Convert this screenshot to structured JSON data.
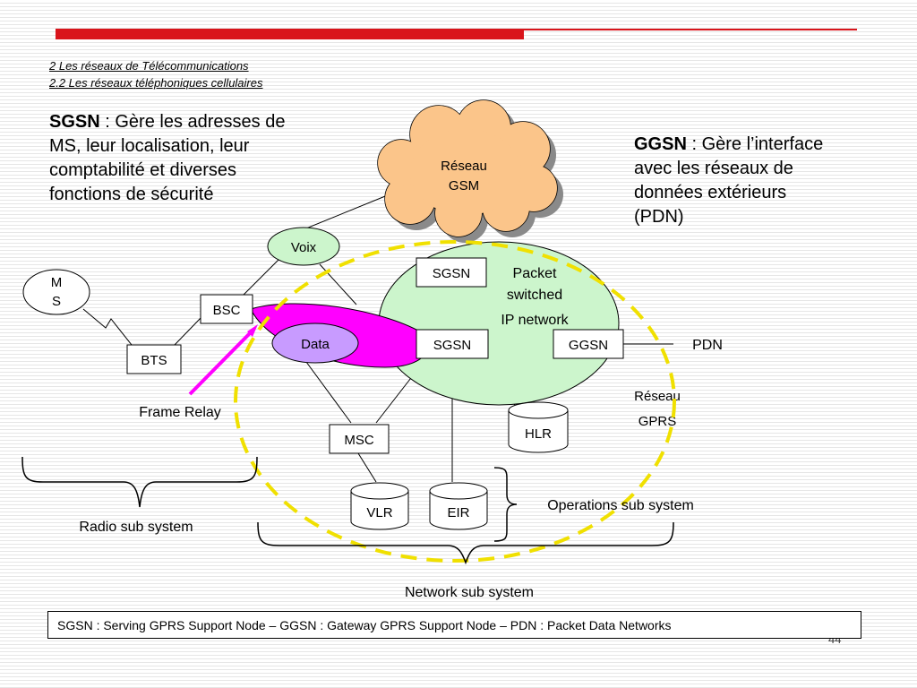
{
  "breadcrumb": {
    "line1": "2 Les réseaux  de Télécommunications",
    "line2": "2.2 Les réseaux téléphoniques cellulaires"
  },
  "sgsn_desc": {
    "term": "SGSN",
    "text": " : Gère les adresses de MS, leur localisation, leur comptabilité et diverses fonctions de sécurité"
  },
  "ggsn_desc": {
    "term": "GGSN",
    "text": " : Gère l’interface avec les réseaux de données extérieurs (PDN)"
  },
  "diagram": {
    "gsm_cloud": [
      "Réseau",
      "GSM"
    ],
    "voix": "Voix",
    "ms": [
      "M",
      "S"
    ],
    "bsc": "BSC",
    "bts": "BTS",
    "data": "Data",
    "sgsn_top": "SGSN",
    "sgsn_main": "SGSN",
    "ggsn": "GGSN",
    "packet_switched": [
      "Packet",
      "switched",
      "IP network"
    ],
    "pdn": "PDN",
    "gprs": [
      "Réseau",
      "GPRS"
    ],
    "hlr": "HLR",
    "msc": "MSC",
    "vlr": "VLR",
    "eir": "EIR",
    "frame_relay": "Frame Relay",
    "radio_sub_system": "Radio sub system",
    "operations_sub_system": "Operations sub system",
    "network_sub_system": "Network sub system"
  },
  "colors": {
    "accent_red": "#d9141b",
    "cloud_fill": "#fbc58a",
    "ip_network_fill": "#ccf5cc",
    "voix_fill": "#ccf5cc",
    "data_fill": "#c89bff",
    "magenta": "#ff00ff",
    "gprs_dash": "#f0e000"
  },
  "footnote": "SGSN : Serving GPRS Support Node – GGSN : Gateway GPRS Support Node – PDN : Packet Data Networks",
  "page_number": "44"
}
